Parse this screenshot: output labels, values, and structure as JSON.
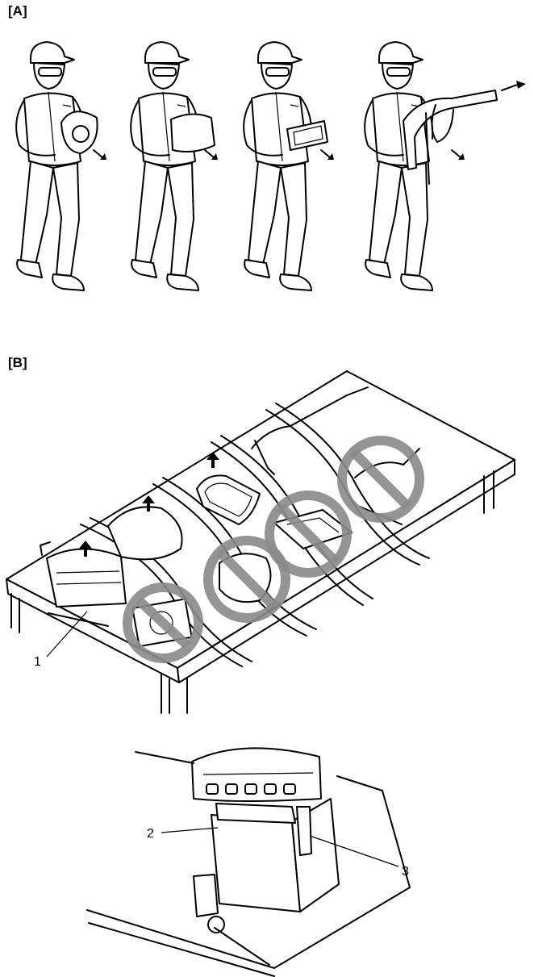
{
  "section_a_label": "[A]",
  "section_b_label": "[B]",
  "callouts": {
    "c1": "1",
    "c2": "2",
    "c3": "3"
  },
  "colors": {
    "line": "#000000",
    "prohibition": "#8a8a8a",
    "background": "#ffffff"
  },
  "icons": [
    "arrow-icon",
    "up-arrow-icon",
    "prohibited-icon"
  ]
}
